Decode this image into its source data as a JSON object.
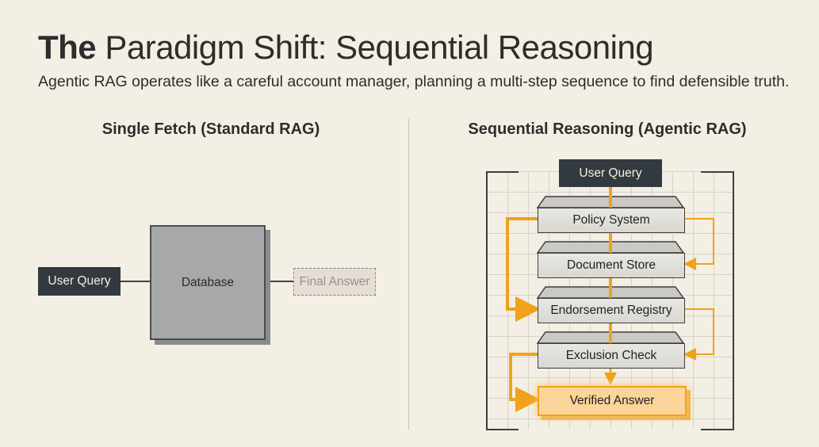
{
  "header": {
    "title_strong": "The",
    "title_rest": "Paradigm Shift: Sequential Reasoning",
    "subtitle": "Agentic RAG operates like a careful account manager, planning a multi-step sequence to find defensible truth."
  },
  "left_panel": {
    "heading": "Single Fetch (Standard RAG)",
    "user_query": "User Query",
    "database": "Database",
    "final_answer": "Final Answer"
  },
  "right_panel": {
    "heading": "Sequential Reasoning (Agentic RAG)",
    "user_query": "User Query",
    "steps": [
      "Policy System",
      "Document Store",
      "Endorsement Registry",
      "Exclusion Check"
    ],
    "verified_answer": "Verified Answer"
  },
  "colors": {
    "background": "#f3efe4",
    "dark": "#323a40",
    "accent": "#f0a21a"
  }
}
